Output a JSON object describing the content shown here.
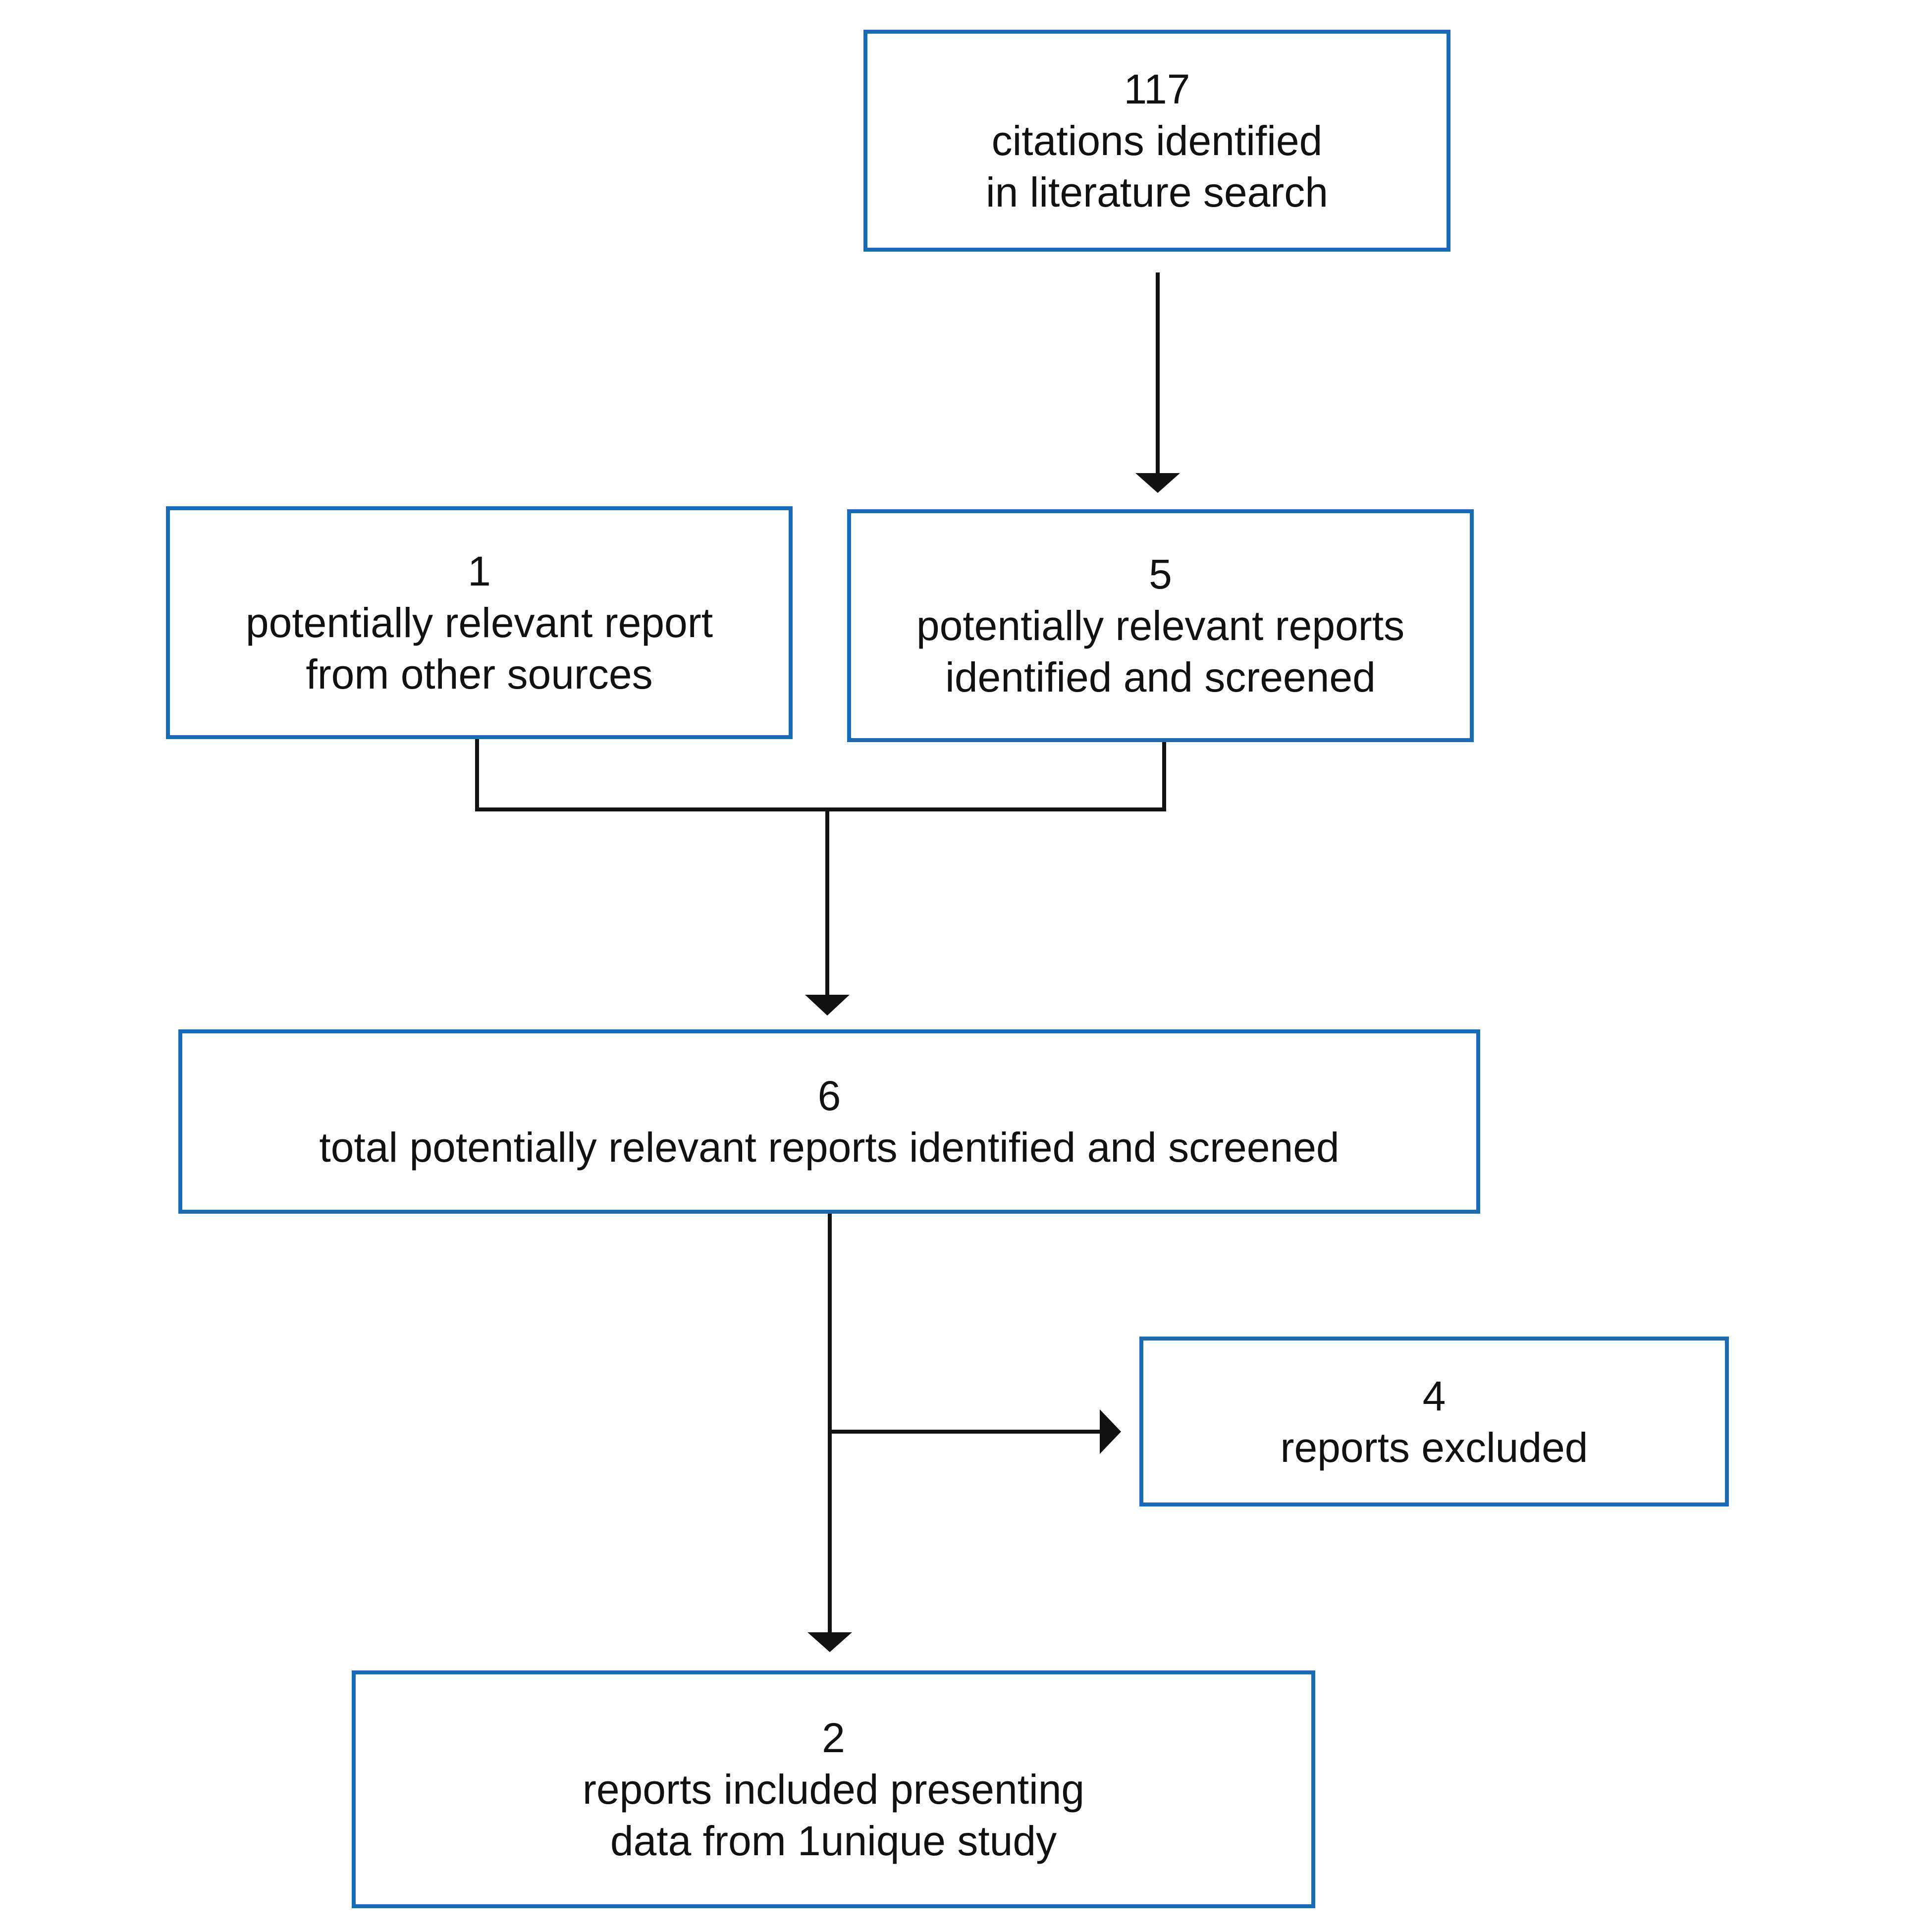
{
  "flow": {
    "citations": {
      "count": "117",
      "label": "citations identified\nin literature search"
    },
    "other_sources": {
      "count": "1",
      "label": "potentially relevant report\nfrom other sources"
    },
    "screened": {
      "count": "5",
      "label": "potentially relevant reports\nidentified and screened"
    },
    "total": {
      "count": "6",
      "label": "total potentially relevant reports identified and screened"
    },
    "excluded": {
      "count": "4",
      "label": "reports excluded"
    },
    "included": {
      "count": "2",
      "label": "reports included presenting\ndata from 1unique study"
    }
  },
  "colors": {
    "box_border": "#1a6bb5",
    "connector": "#111111"
  }
}
